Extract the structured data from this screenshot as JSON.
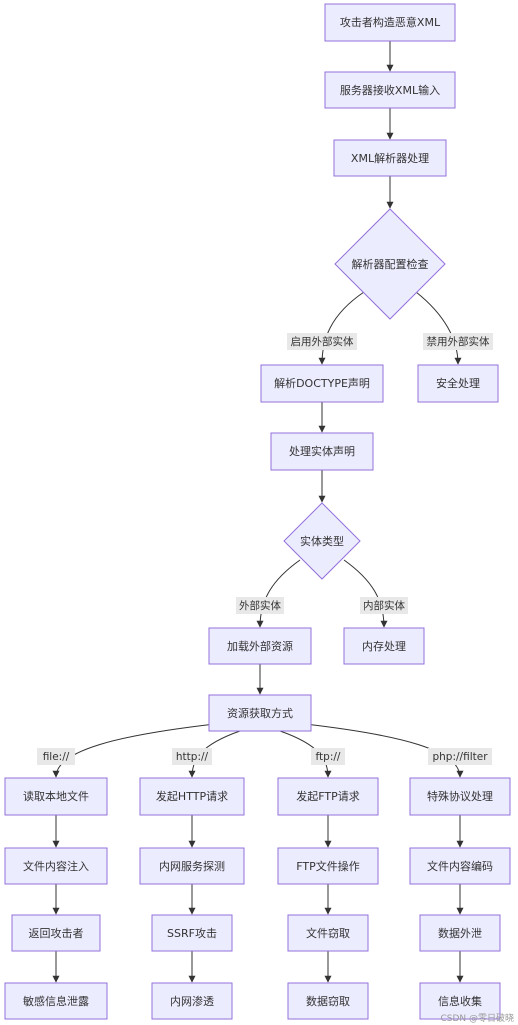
{
  "nodes": {
    "start": "攻击者构造恶意XML",
    "receive": "服务器接收XML输入",
    "parse": "XML解析器处理",
    "check": "解析器配置检查",
    "doctype": "解析DOCTYPE声明",
    "safe": "安全处理",
    "entity_decl": "处理实体声明",
    "entity_type": "实体类型",
    "load_ext": "加载外部资源",
    "mem": "内存处理",
    "method": "资源获取方式",
    "read_local": "读取本地文件",
    "http_req": "发起HTTP请求",
    "ftp_req": "发起FTP请求",
    "special": "特殊协议处理",
    "inject": "文件内容注入",
    "probe": "内网服务探测",
    "ftp_op": "FTP文件操作",
    "encode": "文件内容编码",
    "return": "返回攻击者",
    "ssrf": "SSRF攻击",
    "steal_file": "文件窃取",
    "exfil": "数据外泄",
    "leak": "敏感信息泄露",
    "pentest": "内网渗透",
    "steal_data": "数据窃取",
    "collect": "信息收集"
  },
  "edge_labels": {
    "enable_ext": "启用外部实体",
    "disable_ext": "禁用外部实体",
    "external": "外部实体",
    "internal": "内部实体",
    "file": "file://",
    "http": "http://",
    "ftp": "ftp://",
    "php": "php://filter"
  },
  "watermark": "CSDN @零日破晓",
  "colors": {
    "node_fill": "#ECECFF",
    "node_stroke": "#9370DB",
    "edge": "#333333",
    "label_bg": "#e8e8e8"
  }
}
